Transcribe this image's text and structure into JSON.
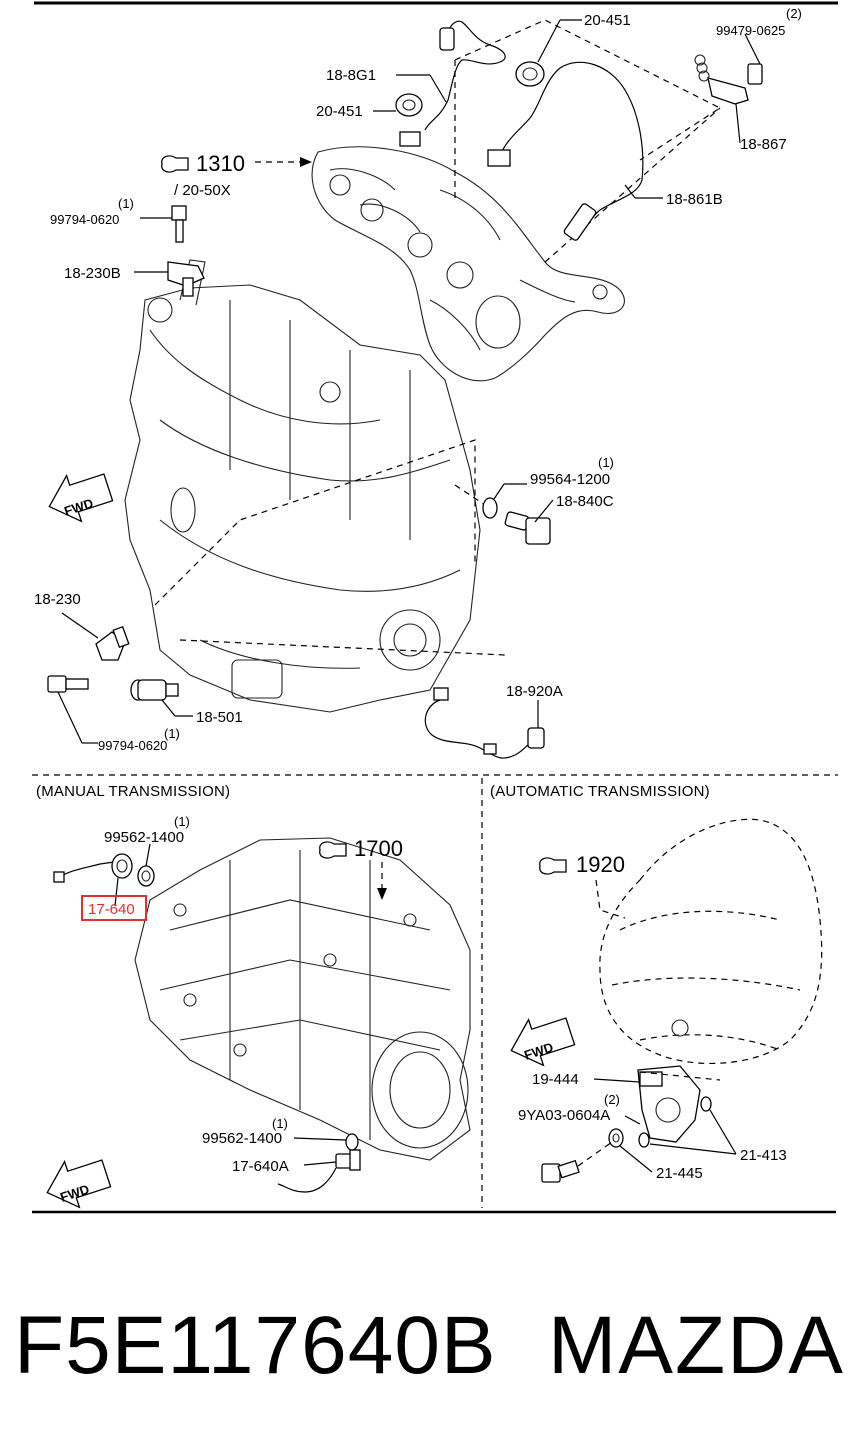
{
  "diagram": {
    "engine_section": {
      "labels": {
        "l_20451_top": "20-451",
        "l_99479": "99479-0625",
        "q_99479": "(2)",
        "l_188g1": "18-8G1",
        "l_20451_mid": "20-451",
        "l_18867": "18-867",
        "l_1310": "1310",
        "l_2050x": "/ 20-50X",
        "l_18861b": "18-861B",
        "q_99794_top": "(1)",
        "l_99794_top": "99794-0620",
        "l_18230b": "18-230B",
        "q_99564": "(1)",
        "l_99564": "99564-1200",
        "l_18840c": "18-840C",
        "l_fwd_engine": "FWD",
        "l_18230": "18-230",
        "l_18501": "18-501",
        "q_18501": "(1)",
        "l_99794_bot": "99794-0620",
        "l_18920a": "18-920A"
      }
    },
    "manual_section": {
      "title": "(MANUAL TRANSMISSION)",
      "labels": {
        "q_99562_top": "(1)",
        "l_99562_top": "99562-1400",
        "l_17640": "17-640",
        "l_1700": "1700",
        "q_99562_bot": "(1)",
        "l_99562_bot": "99562-1400",
        "l_17640a": "17-640A",
        "l_fwd_manual": "FWD"
      }
    },
    "automatic_section": {
      "title": "(AUTOMATIC TRANSMISSION)",
      "labels": {
        "l_1920": "1920",
        "l_fwd_auto": "FWD",
        "l_19444": "19-444",
        "q_9ya03": "(2)",
        "l_9ya03": "9YA03-0604A",
        "l_21413": "21-413",
        "l_21445": "21-445"
      }
    },
    "highlight_color": "#e03030"
  },
  "footer": {
    "part_number": "F5E117640B",
    "brand": "MAZDA"
  }
}
